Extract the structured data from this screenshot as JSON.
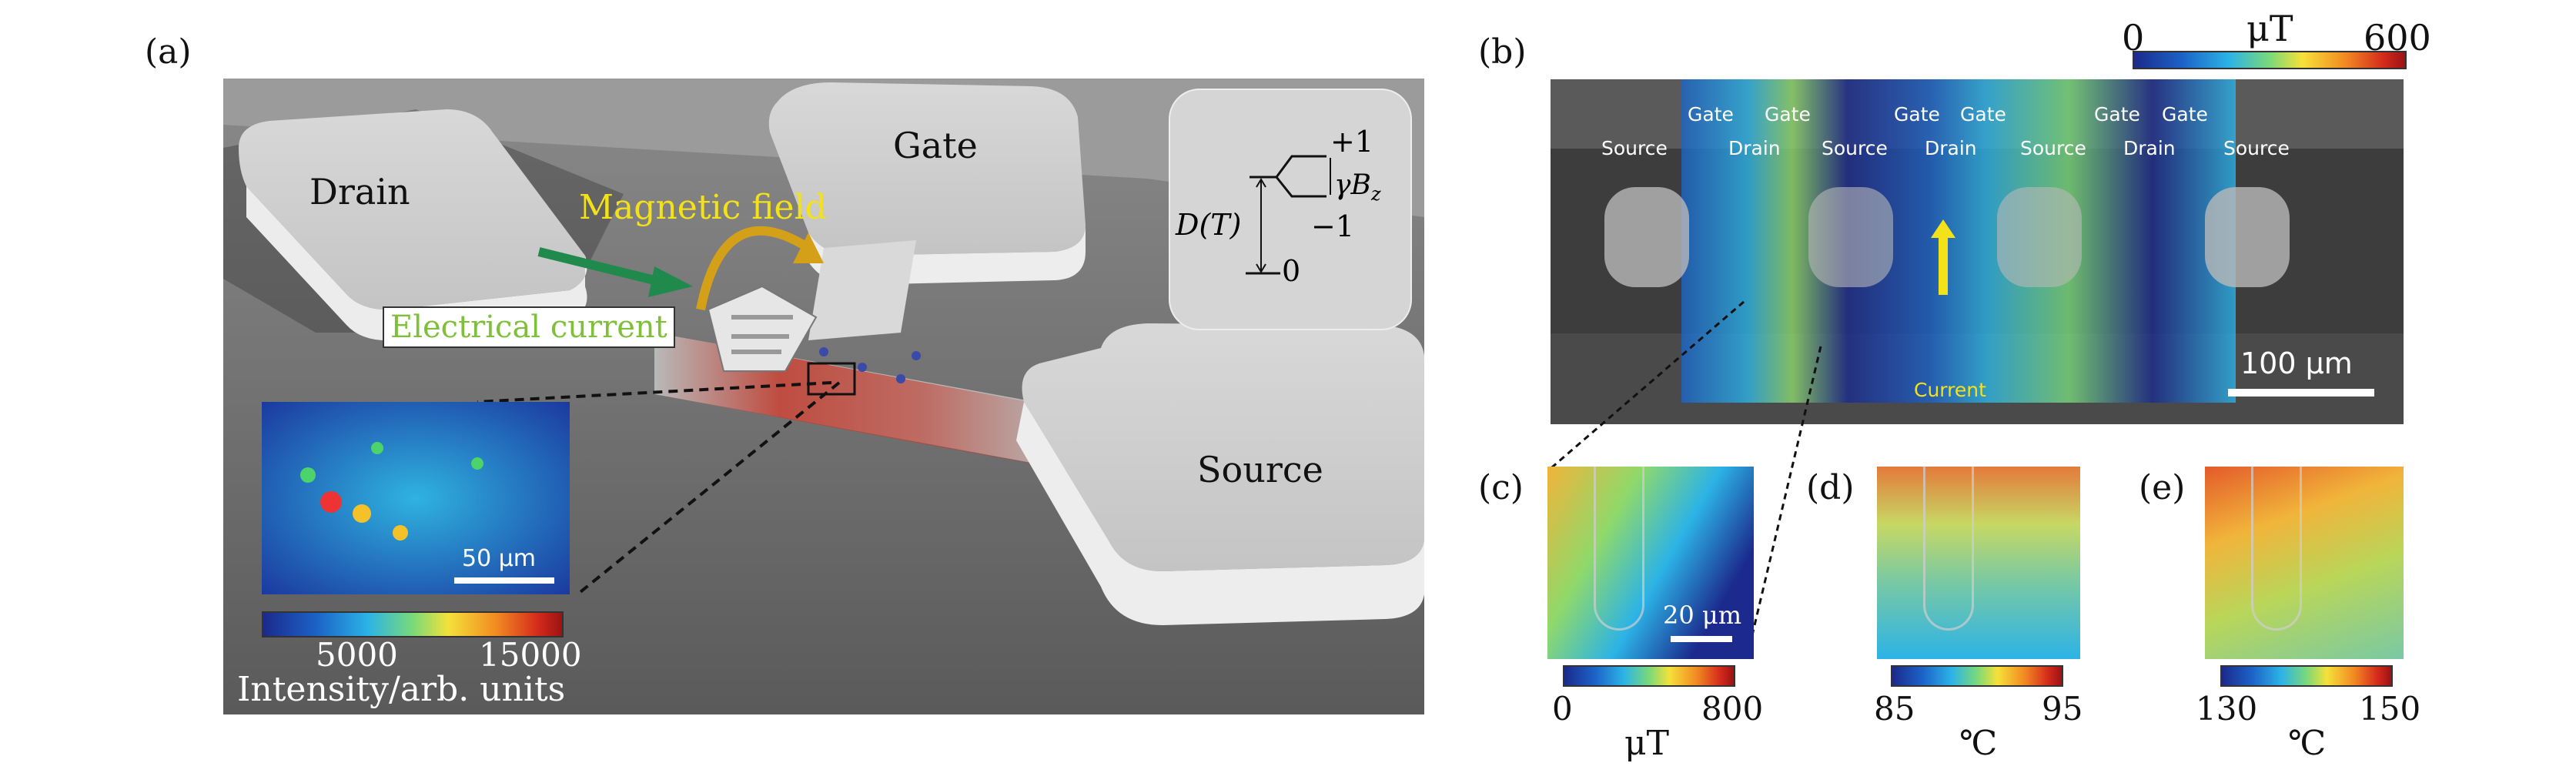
{
  "panel_a": {
    "label": "(a)",
    "pad_drain": "Drain",
    "pad_gate": "Gate",
    "pad_source": "Source",
    "magnetic_field": "Magnetic field",
    "electrical_current": "Electrical current",
    "energy_diagram": {
      "plus": "+1",
      "minus": "−1",
      "zero": "0",
      "gap": "D(T)",
      "split": "γB",
      "split_sub": "z"
    },
    "inset": {
      "scale_bar": "50 μm",
      "tick_low": "5000",
      "tick_high": "15000",
      "unit": "Intensity/arb. units"
    }
  },
  "panel_b": {
    "label": "(b)",
    "cbar_min": "0",
    "cbar_unit": "μT",
    "cbar_max": "600",
    "top_labels": [
      "Gate",
      "Gate",
      "Gate",
      "Gate",
      "Gate",
      "Gate"
    ],
    "electrode_labels": [
      "Source",
      "Drain",
      "Source",
      "Drain",
      "Source",
      "Drain",
      "Source"
    ],
    "current_label": "Current",
    "scale_bar": "100 μm"
  },
  "panel_c": {
    "label": "(c)",
    "scale_bar": "20 μm",
    "cbar_min": "0",
    "cbar_max": "800",
    "unit": "μT"
  },
  "panel_d": {
    "label": "(d)",
    "cbar_min": "85",
    "cbar_max": "95",
    "unit": "℃"
  },
  "panel_e": {
    "label": "(e)",
    "cbar_min": "130",
    "cbar_max": "150",
    "unit": "℃"
  },
  "colors": {
    "field_text": "#f3e11a",
    "current_text": "#7fbf3a",
    "arrow_green": "#1f8a4c",
    "arrow_gold": "#d4a017"
  }
}
